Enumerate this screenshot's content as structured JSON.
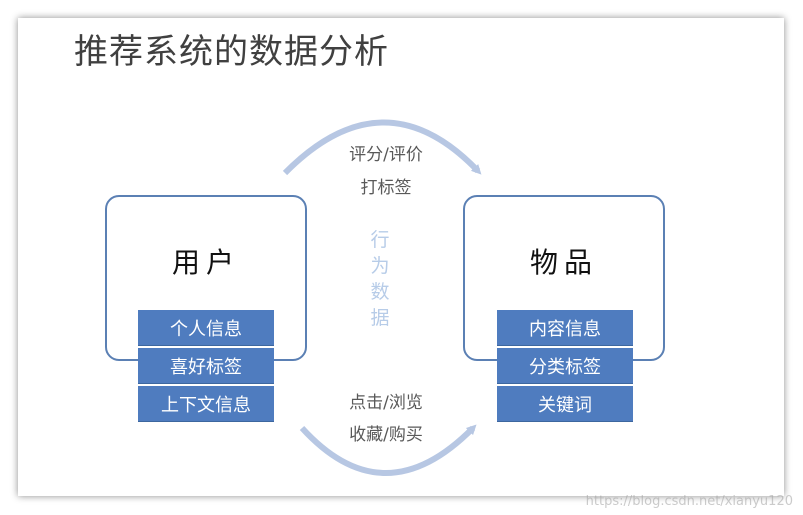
{
  "title": "推荐系统的数据分析",
  "user": {
    "label": "用户",
    "tags": [
      "个人信息",
      "喜好标签",
      "上下文信息"
    ]
  },
  "item": {
    "label": "物品",
    "tags": [
      "内容信息",
      "分类标签",
      "关键词"
    ]
  },
  "top_arrow_labels": [
    "评分/评价",
    "打标签"
  ],
  "bottom_arrow_labels": [
    "点击/浏览",
    "收藏/购买"
  ],
  "center_label": "行为数据",
  "watermark": "https://blog.csdn.net/xianyu120",
  "colors": {
    "box_border": "#5b80b4",
    "tag_fill": "#4f7cbf",
    "arrow": "#b7c7e3",
    "center_label": "#b7cce8"
  }
}
